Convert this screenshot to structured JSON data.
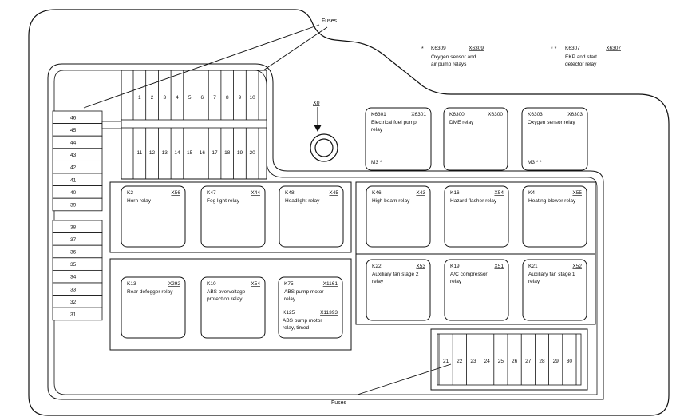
{
  "labels": {
    "fuses": "Fuses",
    "x0": "X0"
  },
  "legend": [
    {
      "mark": "*",
      "code": "K6309",
      "connector": "X6309",
      "lines": [
        "Oxygen sensor and",
        "air pump relays"
      ]
    },
    {
      "mark": "* *",
      "code": "K6307",
      "connector": "X6307",
      "lines": [
        "EKP and start",
        "detector relay"
      ]
    }
  ],
  "fuses_top_row": [
    "1",
    "2",
    "3",
    "4",
    "5",
    "6",
    "7",
    "8",
    "9",
    "10"
  ],
  "fuses_bottom_row": [
    "11",
    "12",
    "13",
    "14",
    "15",
    "16",
    "17",
    "18",
    "19",
    "20"
  ],
  "fuses_left_upper": [
    "46",
    "45",
    "44",
    "43",
    "42",
    "41",
    "40",
    "39"
  ],
  "fuses_left_lower": [
    "38",
    "37",
    "36",
    "35",
    "34",
    "33",
    "32",
    "31"
  ],
  "fuses_lower_right": [
    "21",
    "22",
    "23",
    "24",
    "25",
    "26",
    "27",
    "28",
    "29",
    "30"
  ],
  "relays": [
    {
      "id": "k6301",
      "code": "K6301",
      "connector": "X6301",
      "lines": [
        "Electrical fuel pump",
        "relay"
      ],
      "footnote": "M3  *"
    },
    {
      "id": "k6300",
      "code": "K6300",
      "connector": "X6300",
      "lines": [
        "DME relay"
      ],
      "footnote": ""
    },
    {
      "id": "k6303",
      "code": "K6303",
      "connector": "X6303",
      "lines": [
        "Oxygen sensor relay"
      ],
      "footnote": "M3  * *"
    },
    {
      "id": "k2",
      "code": "K2",
      "connector": "X56",
      "lines": [
        "Horn relay"
      ],
      "footnote": ""
    },
    {
      "id": "k47",
      "code": "K47",
      "connector": "X44",
      "lines": [
        "Fog light relay"
      ],
      "footnote": ""
    },
    {
      "id": "k48",
      "code": "K48",
      "connector": "X45",
      "lines": [
        "Headlight relay"
      ],
      "footnote": ""
    },
    {
      "id": "k46",
      "code": "K46",
      "connector": "X43",
      "lines": [
        "High beam relay"
      ],
      "footnote": ""
    },
    {
      "id": "k16",
      "code": "K16",
      "connector": "X54",
      "lines": [
        "Hazard flasher relay"
      ],
      "footnote": ""
    },
    {
      "id": "k4",
      "code": "K4",
      "connector": "X55",
      "lines": [
        "Heating blower relay"
      ],
      "footnote": ""
    },
    {
      "id": "k13",
      "code": "K13",
      "connector": "X292",
      "lines": [
        "Rear defogger relay"
      ],
      "footnote": ""
    },
    {
      "id": "k10",
      "code": "K10",
      "connector": "X54",
      "lines": [
        "ABS overvoltage",
        "protection relay"
      ],
      "footnote": ""
    },
    {
      "id": "k75",
      "code": "K75",
      "connector": "X1161",
      "lines": [
        "ABS pump motor",
        "relay"
      ],
      "footnote": "",
      "extra": {
        "code": "K125",
        "connector": "X11393",
        "lines": [
          "ABS pump motor",
          "relay, timed"
        ]
      }
    },
    {
      "id": "k22",
      "code": "K22",
      "connector": "X53",
      "lines": [
        "Auxiliary fan stage 2",
        "relay"
      ],
      "footnote": ""
    },
    {
      "id": "k19",
      "code": "K19",
      "connector": "X51",
      "lines": [
        "A/C compressor",
        "relay"
      ],
      "footnote": ""
    },
    {
      "id": "k21",
      "code": "K21",
      "connector": "X52",
      "lines": [
        "Auxiliary fan stage 1",
        "relay"
      ],
      "footnote": ""
    }
  ]
}
